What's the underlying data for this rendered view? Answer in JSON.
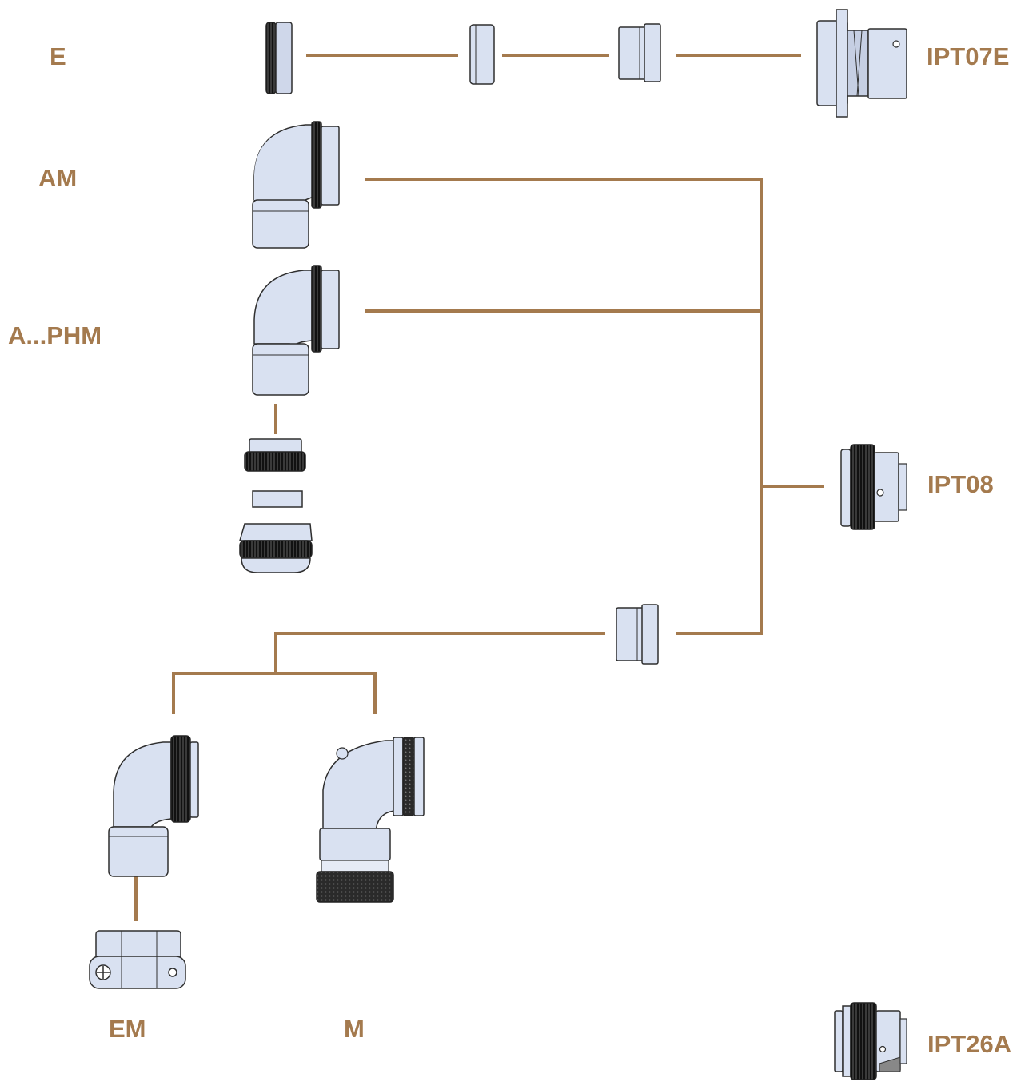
{
  "colors": {
    "accent": "#a47a4e",
    "part_fill": "#d9e1f1",
    "part_shade": "#b9c3d8",
    "outline": "#2f2f2f",
    "knurl": "#1c1c1c"
  },
  "labels": {
    "e": "E",
    "ipt07e": "IPT07E",
    "am": "AM",
    "aphm": "A...PHM",
    "ipt08": "IPT08",
    "em": "EM",
    "m": "M",
    "ipt26a": "IPT26A"
  },
  "icons": {
    "elbow": "angled-backshell-icon",
    "knurled_nut": "knurled-nut-icon",
    "sleeve": "sleeve-adapter-icon",
    "connector": "connector-icon",
    "clamp": "cable-clamp-icon"
  }
}
